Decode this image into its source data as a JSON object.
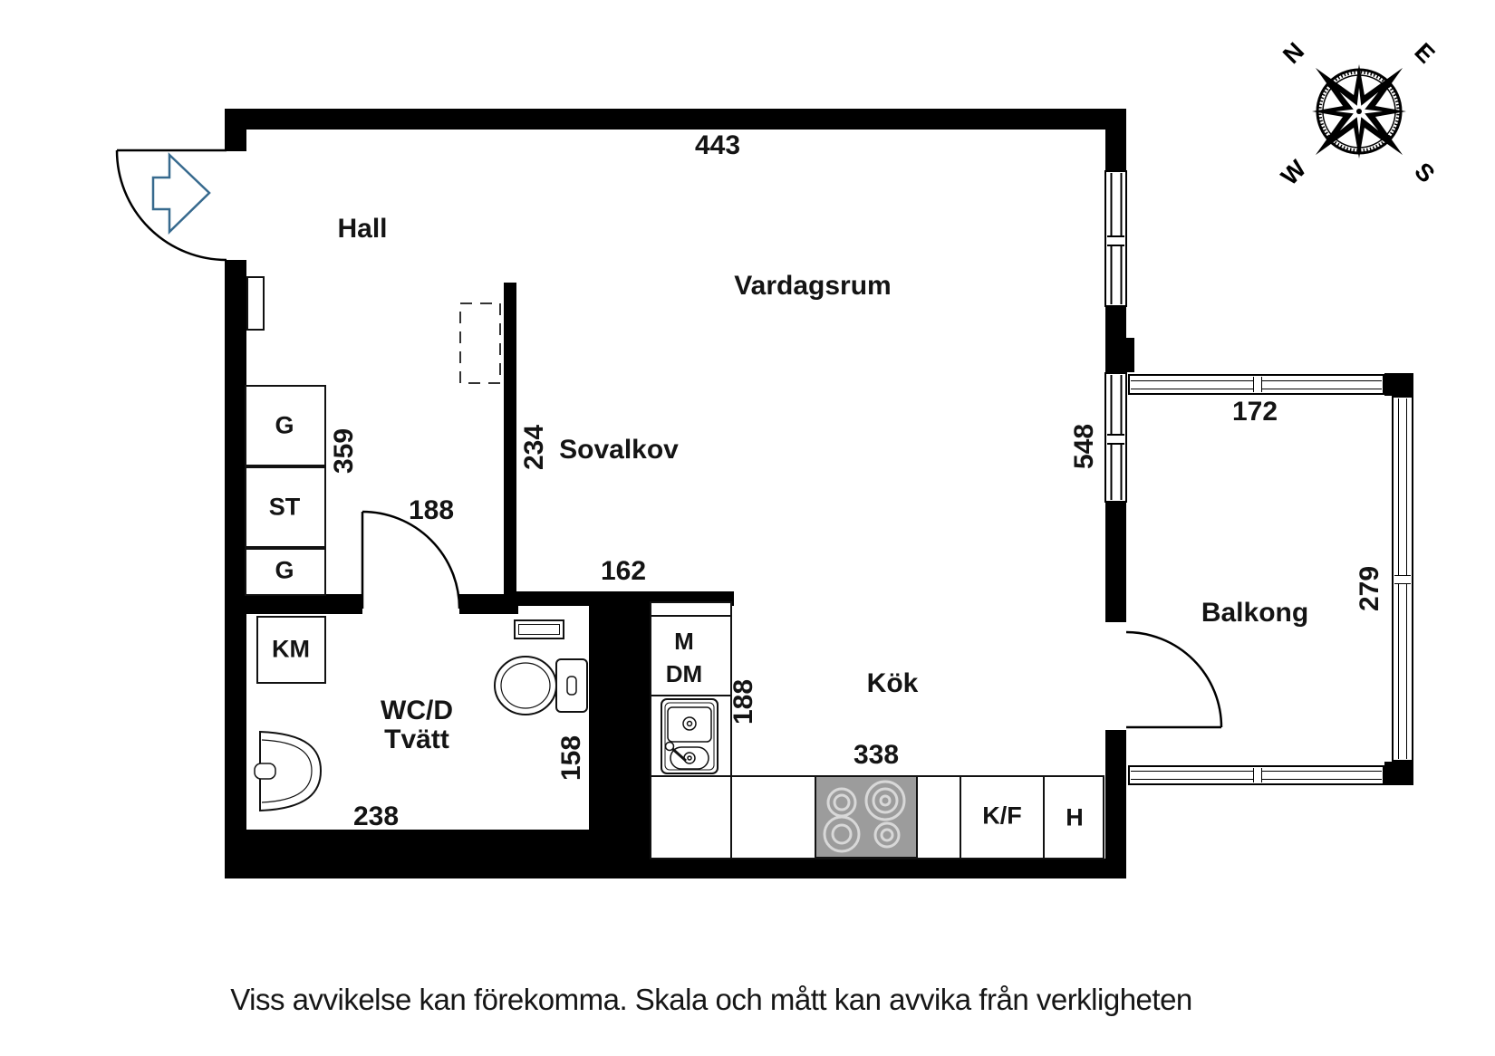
{
  "plan": {
    "rooms": {
      "hall": "Hall",
      "vardagsrum": "Vardagsrum",
      "sovalkov": "Sovalkov",
      "wc_line1": "WC/D",
      "wc_line2": "Tvätt",
      "kok": "Kök",
      "balkong": "Balkong"
    },
    "cabinets": {
      "g_top": "G",
      "st": "ST",
      "g_bottom": "G"
    },
    "appliances": {
      "washer": "KM",
      "micro": "M",
      "dishwasher": "DM",
      "fridge_freezer": "K/F",
      "tall_cabinet": "H"
    },
    "dimensions_cm": {
      "top_wall": "443",
      "hall_width": "188",
      "hall_closets": "359",
      "sovalkov_wall": "234",
      "kitchen_opening": "162",
      "living_side": "548",
      "kitchen_side": "188",
      "kitchen_run": "338",
      "wc_width": "238",
      "wc_side": "158",
      "balcony_width": "172",
      "balcony_side": "279"
    }
  },
  "compass": {
    "north": "N",
    "east": "E",
    "south": "S",
    "west": "W"
  },
  "footer": {
    "disclaimer": "Viss avvikelse kan förekomma. Skala och mått kan avvika från verkligheten"
  },
  "colors": {
    "wall": "#000000",
    "line": "#111111",
    "stove_gray": "#9c9c9c",
    "entrance_arrow": "#376a8e",
    "text": "#141414"
  }
}
